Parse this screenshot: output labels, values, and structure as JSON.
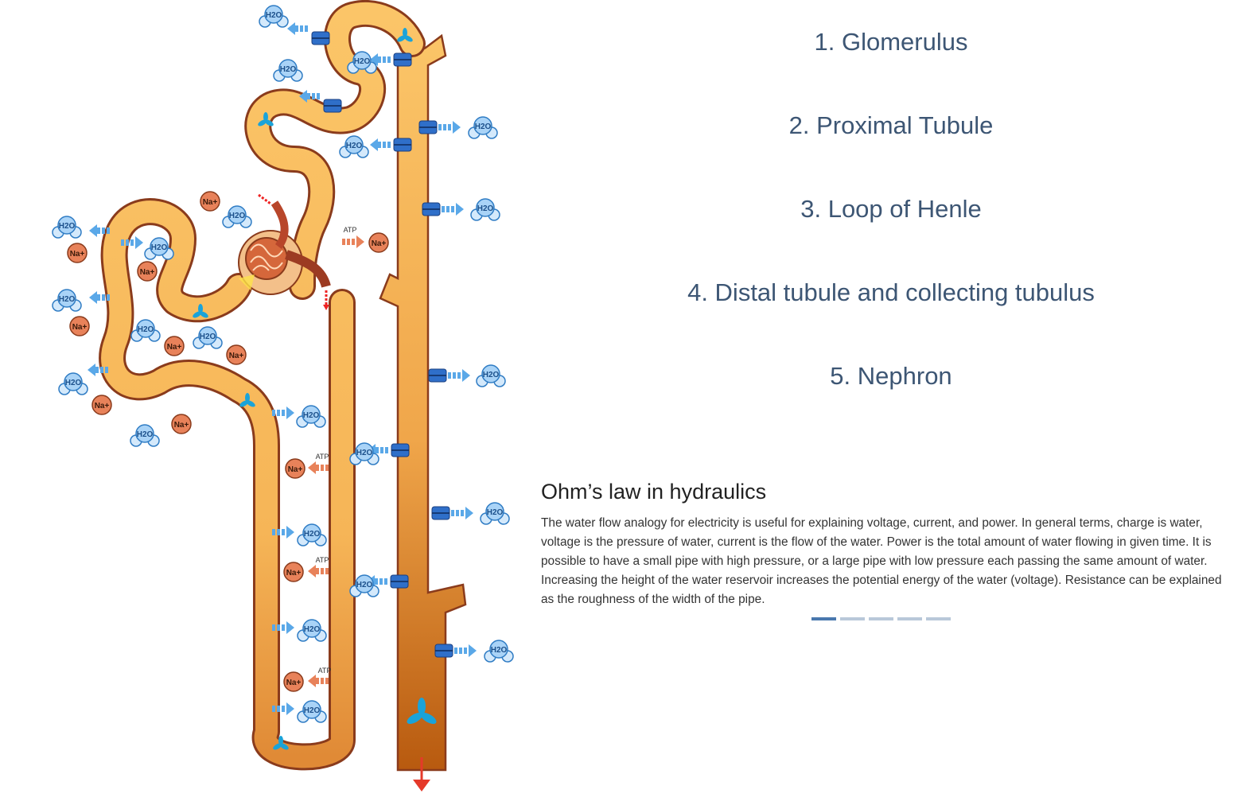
{
  "nav": {
    "items": [
      {
        "label": "1. Glomerulus"
      },
      {
        "label": "2. Proximal Tubule"
      },
      {
        "label": "3. Loop of Henle"
      },
      {
        "label": "4. Distal tubule and collecting tubulus"
      },
      {
        "label": "5. Nephron"
      }
    ]
  },
  "info": {
    "title": "Ohm’s law in hydraulics",
    "text": "The water flow analogy for electricity is useful for explaining voltage, current, and power. In general terms, charge is water, voltage is the pressure of water, current is the flow of the water. Power is the total amount of water flowing in given time. It is possible to have a small pipe with high pressure, or a large pipe with low pressure each passing the same amount of water. Increasing the height of the water reservoir increases the potential energy of the water (voltage). Resistance can be explained as the roughness of the width of the pipe."
  },
  "pager": {
    "count": 5,
    "active_index": 0
  },
  "diagram": {
    "water_label": "H2O",
    "sodium_label": "Na+",
    "atp_label": "ATP",
    "icons": [
      "water-molecule-icon",
      "sodium-ion-icon",
      "aquaporin-channel-icon",
      "flow-arrow-icon"
    ]
  },
  "colors": {
    "tubule_fill": "#fbc568",
    "tubule_outline": "#8a3b1c",
    "collecting_duct_bottom": "#b85a0f",
    "water_blue": "#5aa8e8",
    "sodium_orange": "#e8825a",
    "nav_text": "#3d5674",
    "pager_active": "#4a78ae",
    "pager_inactive": "#b9c8d9"
  }
}
